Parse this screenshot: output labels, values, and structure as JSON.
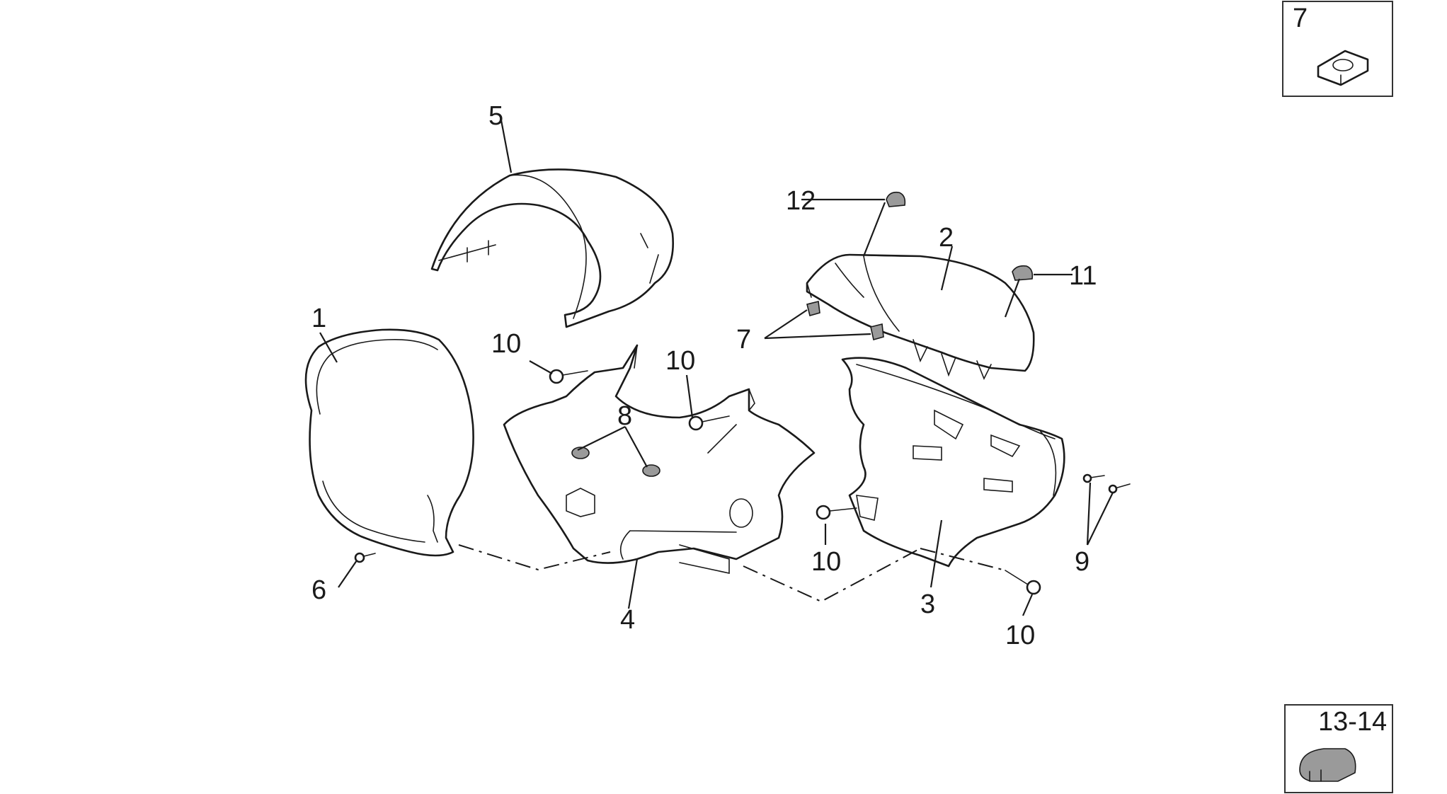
{
  "callouts": {
    "c1": "1",
    "c2": "2",
    "c3": "3",
    "c4": "4",
    "c5": "5",
    "c6": "6",
    "c7": "7",
    "c8": "8",
    "c9": "9",
    "c10a": "10",
    "c10b": "10",
    "c10c": "10",
    "c10d": "10",
    "c11": "11",
    "c12": "12"
  },
  "inset_boxes": {
    "top_right_label": "7",
    "bottom_right_label": "13-14"
  }
}
